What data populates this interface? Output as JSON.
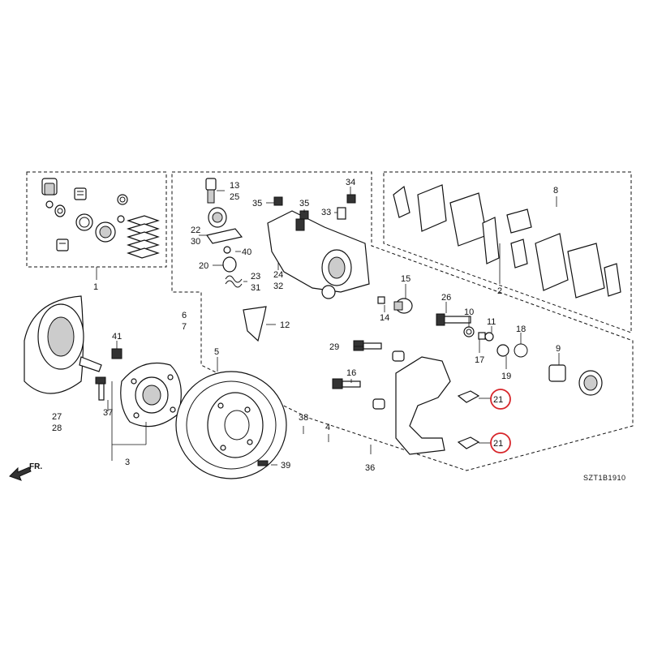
{
  "diagram": {
    "drawing_code": "SZT1B1910",
    "direction_marker": "FR.",
    "labels": {
      "p1": "1",
      "p2": "2",
      "p3": "3",
      "p4": "4",
      "p5": "5",
      "p6": "6",
      "p7": "7",
      "p8": "8",
      "p9": "9",
      "p10": "10",
      "p11": "11",
      "p12": "12",
      "p13": "13",
      "p14": "14",
      "p15": "15",
      "p16": "16",
      "p17": "17",
      "p18": "18",
      "p19": "19",
      "p20": "20",
      "p21a": "21",
      "p21b": "21",
      "p22": "22",
      "p23": "23",
      "p24": "24",
      "p25": "25",
      "p26": "26",
      "p27": "27",
      "p28": "28",
      "p29": "29",
      "p30": "30",
      "p31": "31",
      "p32": "32",
      "p33": "33",
      "p34": "34",
      "p35a": "35",
      "p35b": "35",
      "p36": "36",
      "p37": "37",
      "p38": "38",
      "p39": "39",
      "p40": "40",
      "p41": "41"
    },
    "highlight_color": "#d7262b",
    "highlighted_labels": [
      "21",
      "21"
    ]
  }
}
